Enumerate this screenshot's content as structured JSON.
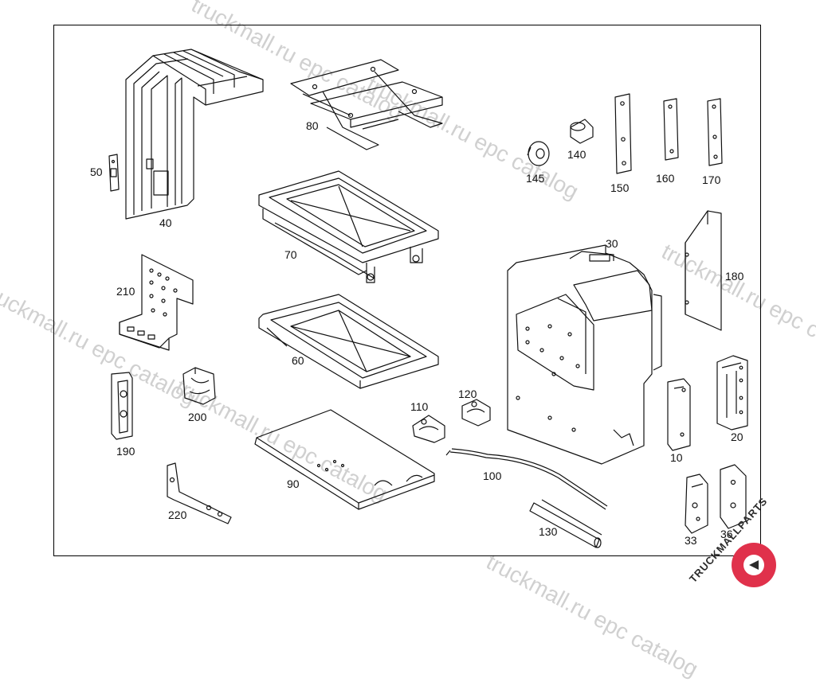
{
  "watermark": "truckmall.ru epc catalog",
  "logo": {
    "text": "TRUCKMALLPARTS",
    "accent": "#e0314b",
    "dark": "#2b2b2b"
  },
  "colors": {
    "line": "#111111",
    "watermark": "#d0d0d0"
  },
  "callouts": {
    "p10": "10",
    "p20": "20",
    "p30": "30",
    "p33": "33",
    "p36": "36",
    "p40": "40",
    "p50": "50",
    "p60": "60",
    "p70": "70",
    "p80": "80",
    "p90": "90",
    "p100": "100",
    "p110": "110",
    "p120": "120",
    "p130": "130",
    "p140": "140",
    "p145": "145",
    "p150": "150",
    "p160": "160",
    "p170": "170",
    "p180": "180",
    "p190": "190",
    "p200": "200",
    "p210": "210",
    "p220": "220"
  }
}
